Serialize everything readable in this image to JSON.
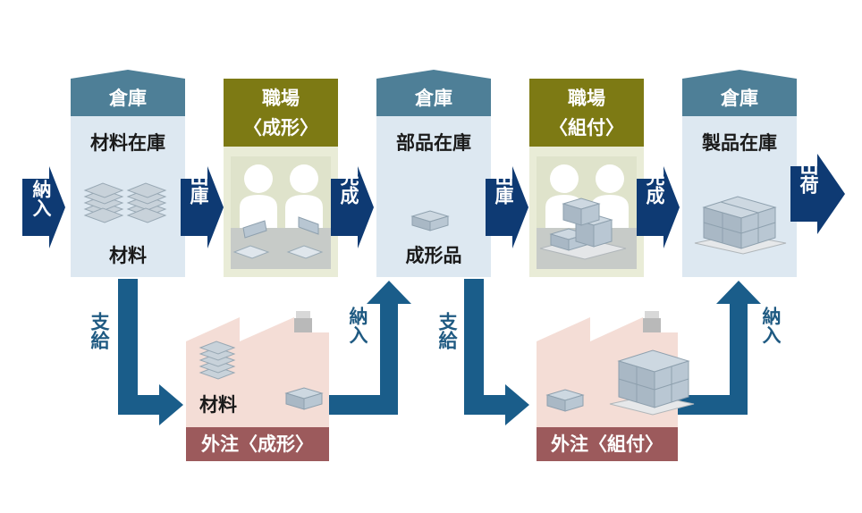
{
  "colors": {
    "navy_arrow": "#0e3a73",
    "flow_arrow": "#1a5d8a",
    "warehouse_header": "#4e7f97",
    "warehouse_body": "#dde8f1",
    "workshop_header": "#7d7a14",
    "workshop_body": "#e9ecd7",
    "outsource_header": "#9c5a5c",
    "outsource_body": "#f4ddd6",
    "flow_text": "#1f5a82"
  },
  "stations": {
    "warehouse_material": {
      "header": "倉庫",
      "title": "材料在庫",
      "item_label": "材料"
    },
    "workshop_forming": {
      "header_line1": "職場",
      "header_line2": "〈成形〉"
    },
    "warehouse_parts": {
      "header": "倉庫",
      "title": "部品在庫",
      "item_label": "成形品"
    },
    "workshop_assembly": {
      "header_line1": "職場",
      "header_line2": "〈組付〉"
    },
    "warehouse_product": {
      "header": "倉庫",
      "title": "製品在庫"
    }
  },
  "main_arrows": {
    "receive": "納入",
    "issue_1": "出庫",
    "complete_1": "完成",
    "issue_2": "出庫",
    "complete_2": "完成",
    "ship": "出荷"
  },
  "outsourcing": {
    "forming": {
      "label": "外注〈成形〉",
      "item_label": "材料",
      "supply_arrow": "支給",
      "deliver_arrow": "納入"
    },
    "assembly": {
      "label": "外注〈組付〉",
      "supply_arrow": "支給",
      "deliver_arrow": "納入"
    }
  }
}
